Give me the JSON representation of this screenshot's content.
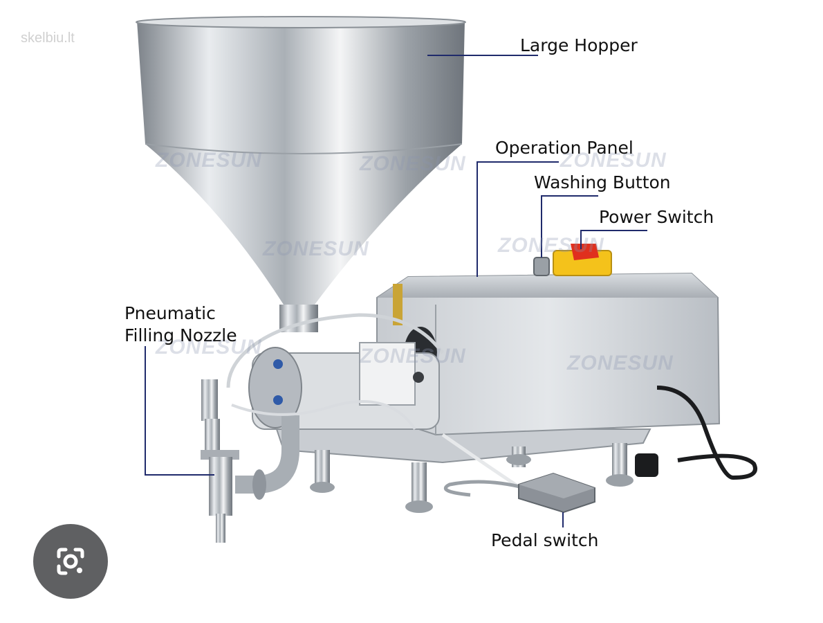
{
  "labels": {
    "large_hopper": "Large Hopper",
    "operation_panel": "Operation Panel",
    "washing_button": "Washing Button",
    "power_switch": "Power Switch",
    "pneumatic_line1": "Pneumatic",
    "pneumatic_line2": "Filling Nozzle",
    "pedal_switch": "Pedal switch"
  },
  "watermarks": {
    "site": "skelbiu.lt",
    "brand": "ZONESUN"
  },
  "icons": {
    "lens": "google-lens-icon"
  },
  "colors": {
    "leader_line": "#1f2a6b",
    "steel_light": "#eef0f2",
    "steel_dark": "#8f959c",
    "switch_yellow": "#f4c21b",
    "switch_red": "#e0301e",
    "lens_button": "#5f6062"
  }
}
